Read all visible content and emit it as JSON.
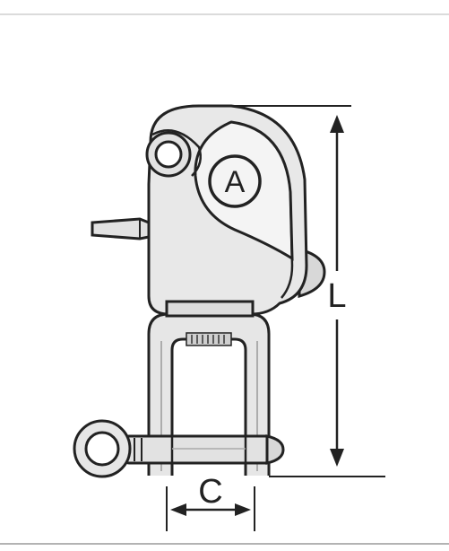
{
  "labels": {
    "part_marker": "A",
    "length_dim": "L",
    "width_dim": "C"
  },
  "colors": {
    "stroke": "#222222",
    "fill_light": "#e8e8e8",
    "fill_mid": "#d9d9d9",
    "background": "#ffffff"
  }
}
